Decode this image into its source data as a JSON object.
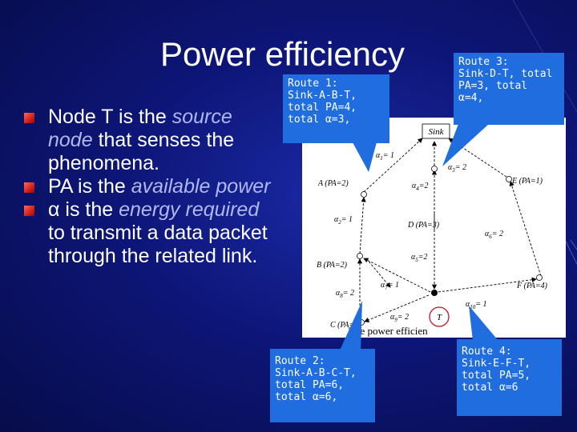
{
  "slide": {
    "title": "Power efficiency",
    "bullets": [
      [
        {
          "text": "Node T is the ",
          "em": false
        },
        {
          "text": "source node",
          "em": true
        },
        {
          "text": " that senses the phenomena.",
          "em": false
        }
      ],
      [
        {
          "text": "PA is the ",
          "em": false
        },
        {
          "text": "available power",
          "em": true
        }
      ],
      [
        {
          "text": "α is the ",
          "em": false
        },
        {
          "text": "energy required",
          "em": true
        },
        {
          "text": " to transmit a data packet through the related link.",
          "em": false
        }
      ]
    ]
  },
  "figure": {
    "nodes": {
      "sink": "Sink",
      "a": "A (PA=2)",
      "b": "B (PA=2)",
      "c": "C (PA=2)",
      "d": "D (PA=3)",
      "e": "E (PA=1)",
      "f": "F (PA=4)",
      "t": "T"
    },
    "edges": {
      "a1": "α",
      "a1_sub": "1",
      "a1_val": "= 1",
      "a2": "α",
      "a2_sub": "2",
      "a2_val": "= 1",
      "a3": "α",
      "a3_sub": "3",
      "a3_val": "= 2",
      "a4": "α",
      "a4_sub": "4",
      "a4_val": "=2",
      "a5": "α",
      "a5_sub": "5",
      "a5_val": "=2",
      "a6": "α",
      "a6_sub": "6",
      "a6_val": "= 2",
      "a7": "α",
      "a7_sub": "7",
      "a7_val": "= 1",
      "a8": "α",
      "a8_sub": "8",
      "a8_val": "= 2",
      "a9": "α",
      "a9_sub": "9",
      "a9_val": "= 2",
      "a10": "α",
      "a10_sub": "10",
      "a10_val": "= 1"
    },
    "caption_fragment": "The power efficien"
  },
  "callouts": {
    "route1": [
      "Route 1:",
      "Sink-A-B-T,",
      "total PA=4,",
      "total α=3,"
    ],
    "route2": [
      "Route 2:",
      "Sink-A-B-C-T,",
      "total PA=6,",
      "total α=6,"
    ],
    "route3": [
      "Route 3:",
      "Sink-D-T, total",
      "PA=3, total",
      "α=4,"
    ],
    "route4": [
      "Route 4:",
      "Sink-E-F-T,",
      "total PA=5,",
      "total α=6"
    ]
  },
  "colors": {
    "background": "#0d1678",
    "bullet_marker": "#d3201a",
    "emphasis_text": "#b0b8f0",
    "callout": "#1f6dde"
  }
}
